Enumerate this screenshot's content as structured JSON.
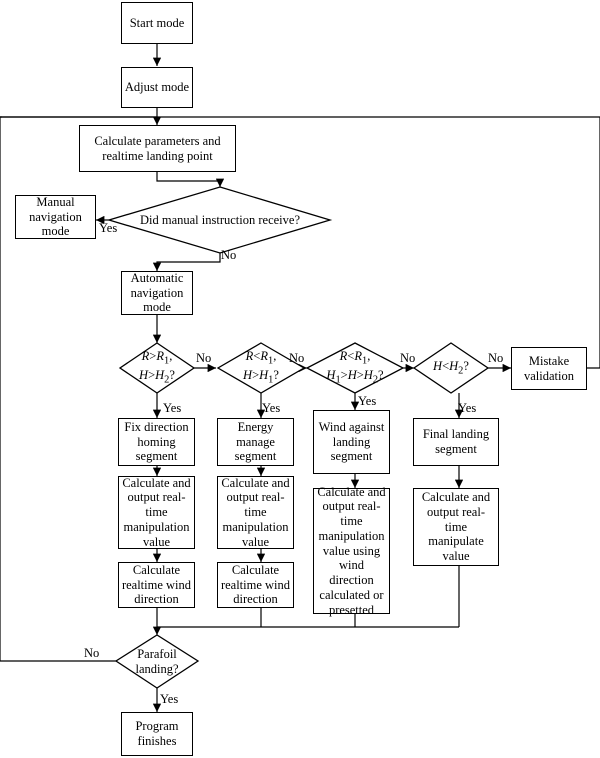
{
  "nodes": {
    "start_mode": "Start mode",
    "adjust_mode": "Adjust mode",
    "calculate_parameters": "Calculate parameters and realtime landing point",
    "manual_decision": "Did manual instruction receive?",
    "manual_navigation": "Manual navigation mode",
    "automatic_navigation": "Automatic navigation mode",
    "cond_1": {
      "a": "R",
      "op1": ">",
      "b": "R",
      "sub1": "1",
      "sep": ",",
      "c": "H",
      "op2": ">",
      "d": "H",
      "sub2": "2",
      "q": "?"
    },
    "cond_2": {
      "a": "R",
      "op1": "<",
      "b": "R",
      "sub1": "1",
      "sep": ",",
      "c": "H",
      "op2": ">",
      "d": "H",
      "sub2": "1",
      "q": "?"
    },
    "cond_3": {
      "a": "R",
      "op1": "<",
      "b": "R",
      "sub1": "1",
      "sep": ",",
      "c": "H",
      "csub": "1",
      "op2": ">",
      "d": "H",
      "op3": ">",
      "e": "H",
      "sub2": "2",
      "q": "?"
    },
    "cond_4": {
      "a": "H",
      "op1": "<",
      "b": "H",
      "sub1": "2",
      "q": "?"
    },
    "mistake_validation": "Mistake validation",
    "fix_direction": "Fix direction homing segment",
    "energy_manage": "Energy manage segment",
    "wind_against": "Wind against landing segment",
    "final_landing": "Final landing segment",
    "calc_output_1": "Calculate and output real-time manipulation value",
    "calc_output_2": "Calculate and output real-time manipulation value",
    "calc_output_3": "Calculate and output real-time manipulation value using wind direction calculated or presetted",
    "calc_output_4": "Calculate and output real-time manipulate value",
    "calc_wind_1": "Calculate realtime wind direction",
    "calc_wind_2": "Calculate realtime wind direction",
    "parafoil_decision": "Parafoil landing?",
    "program_finishes": "Program finishes"
  },
  "labels": {
    "yes": "Yes",
    "no": "No"
  }
}
